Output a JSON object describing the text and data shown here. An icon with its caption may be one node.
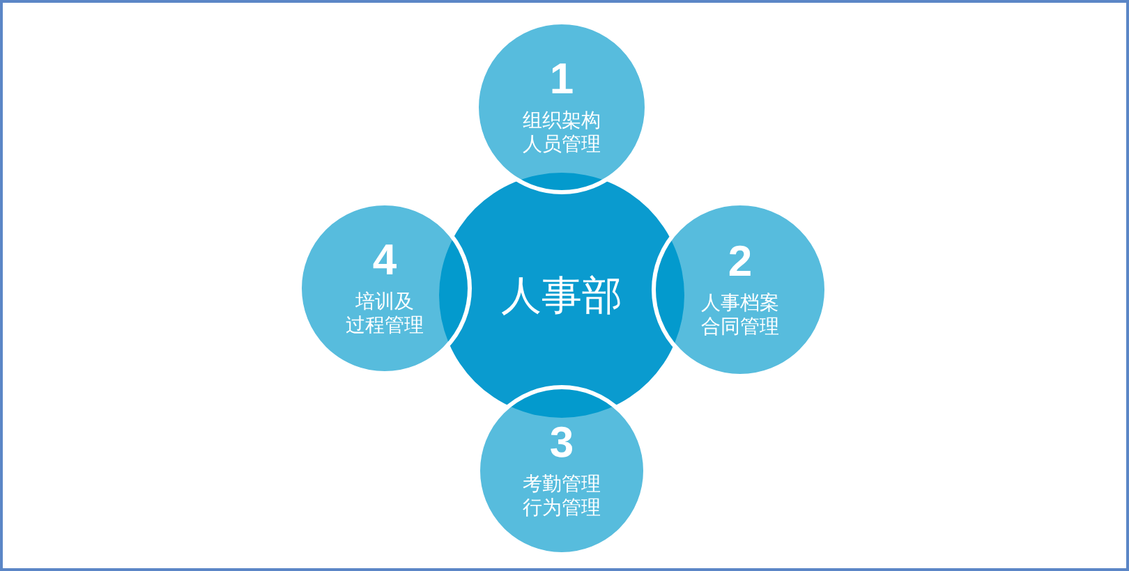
{
  "diagram": {
    "nodes": [
      {
        "text": [
          "人事部"
        ]
      },
      {
        "text": [
          "1",
          "组织架构",
          "人员管理"
        ]
      },
      {
        "text": [
          "2",
          "人事档案",
          "合同管理"
        ]
      },
      {
        "text": [
          "3",
          "考勤管理",
          "行为管理"
        ]
      },
      {
        "text": [
          "4",
          "培训及",
          "过程管理"
        ]
      }
    ]
  }
}
